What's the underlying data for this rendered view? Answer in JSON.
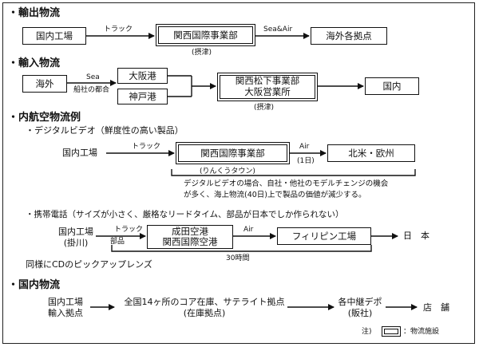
{
  "sections": {
    "export": {
      "title": "輸出物流",
      "origin": "国内工場",
      "via_label": "トラック",
      "facility": "関西国際事業部",
      "facility_note": "(摂津)",
      "mode_label": "Sea&Air",
      "dest": "海外各拠点"
    },
    "import": {
      "title": "輸入物流",
      "origin": "海外",
      "mode_label": "Sea",
      "note": "船社の都合",
      "port1": "大阪港",
      "port2": "神戸港",
      "facility_line1": "関西松下事業部",
      "facility_line2": "大阪営業所",
      "facility_note": "(摂津)",
      "dest": "国内"
    },
    "domestic_air": {
      "title": "内航空物流例",
      "case1": {
        "heading": "・デジタルビデオ（鮮度性の高い製品）",
        "origin": "国内工場",
        "via_label": "トラック",
        "facility": "関西国際事業部",
        "facility_note": "(りんくうタウン)",
        "mode_label": "Air",
        "mode_sub": "(1日)",
        "dest": "北米・欧州",
        "note_line1": "デジタルビデオの場合、自社・他社のモデルチェンジの機会",
        "note_line2": "が多く、海上物流(40日)上で製品の価値が減少する。"
      },
      "case2": {
        "heading": "・携帯電話（サイズが小さく、厳格なリードタイム、部品が日本でしか作られない）",
        "origin_line1": "国内工場",
        "origin_line2": "(掛川)",
        "via_label1": "トラック",
        "via_label2": "部品",
        "hub_line1": "成田空港",
        "hub_line2": "関西国際空港",
        "mode_label": "Air",
        "plant": "フィリピン工場",
        "dest": "日　本",
        "duration": "30時間",
        "footnote": "同様にCDのピックアップレンズ"
      }
    },
    "domestic": {
      "title": "国内物流",
      "origin_line1": "国内工場",
      "origin_line2": "輸入拠点",
      "stock_line1": "全国14ヶ所のコア在庫、サテライト拠点",
      "stock_line2": "(在庫拠点)",
      "relay_line1": "各中継デポ",
      "relay_line2": "(販社)",
      "dest": "店　舗"
    }
  },
  "legend": {
    "prefix": "注)",
    "label": "：物流施設"
  }
}
